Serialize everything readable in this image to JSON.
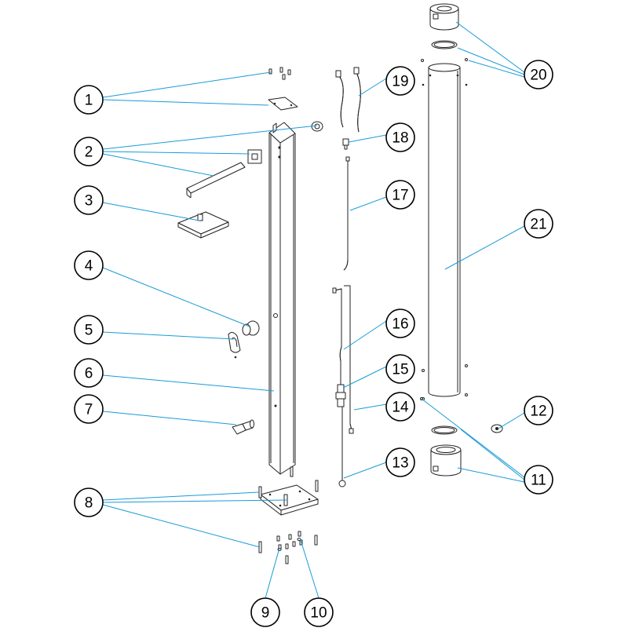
{
  "diagram": {
    "line_color": "#1a9bd7",
    "callouts": [
      {
        "label": "1"
      },
      {
        "label": "2"
      },
      {
        "label": "3"
      },
      {
        "label": "4"
      },
      {
        "label": "5"
      },
      {
        "label": "6"
      },
      {
        "label": "7"
      },
      {
        "label": "8"
      },
      {
        "label": "9"
      },
      {
        "label": "10"
      },
      {
        "label": "11"
      },
      {
        "label": "12"
      },
      {
        "label": "13"
      },
      {
        "label": "14"
      },
      {
        "label": "15"
      },
      {
        "label": "16"
      },
      {
        "label": "17"
      },
      {
        "label": "18"
      },
      {
        "label": "19"
      },
      {
        "label": "20"
      },
      {
        "label": "21"
      }
    ]
  }
}
